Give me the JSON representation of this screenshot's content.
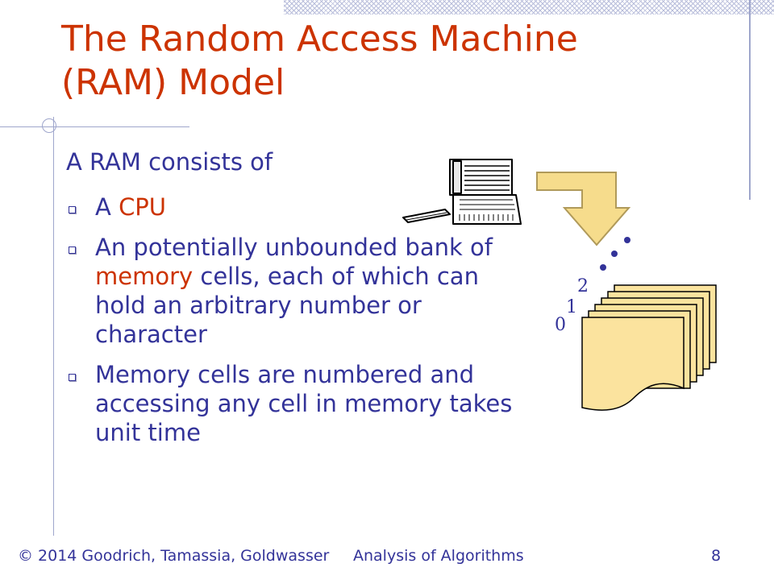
{
  "title": "The Random Access Machine (RAM) Model",
  "intro": "A RAM consists of",
  "bullets": [
    {
      "parts": [
        {
          "text": "A "
        },
        {
          "text": "CPU",
          "highlight": true
        }
      ]
    },
    {
      "parts": [
        {
          "text": "An potentially unbounded bank of "
        },
        {
          "text": "memory",
          "highlight": true
        },
        {
          "text": " cells, each of which can hold an arbitrary number or character"
        }
      ]
    },
    {
      "parts": [
        {
          "text": "Memory cells are numbered and accessing any cell in memory takes unit time"
        }
      ]
    }
  ],
  "figure": {
    "cell_labels": [
      "0",
      "1",
      "2"
    ],
    "computer_icon": "computer-icon",
    "arrow_icon": "bent-arrow-icon",
    "memory_icon": "memory-stack-icon"
  },
  "footer": {
    "copyright": "© 2014 Goodrich, Tamassia, Goldwasser",
    "course": "Analysis of Algorithms",
    "page": "8"
  },
  "colors": {
    "title": "#cc3300",
    "text": "#333399",
    "highlight": "#cc3300",
    "memory_fill": "#fbe39e",
    "arrow_fill": "#f6dc8c"
  }
}
